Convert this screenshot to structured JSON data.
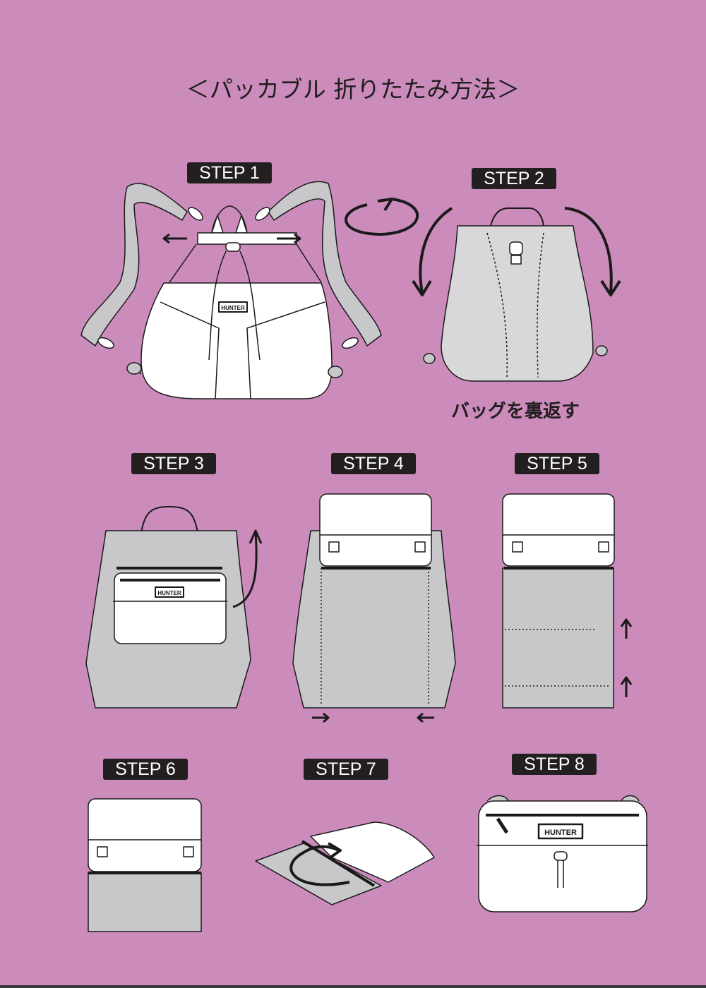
{
  "title": "＜パッカブル 折りたたみ方法＞",
  "steps": [
    {
      "label": "STEP 1"
    },
    {
      "label": "STEP 2",
      "caption": "バッグを裏返す"
    },
    {
      "label": "STEP 3"
    },
    {
      "label": "STEP 4"
    },
    {
      "label": "STEP 5"
    },
    {
      "label": "STEP 6"
    },
    {
      "label": "STEP 7"
    },
    {
      "label": "STEP 8"
    }
  ],
  "logo_text": "HUNTER",
  "colors": {
    "background": "#cb8bbb",
    "bag_gray": "#c8c8ca",
    "bag_white": "#ffffff",
    "label_bg": "#231f20",
    "line": "#1a1a1a"
  }
}
